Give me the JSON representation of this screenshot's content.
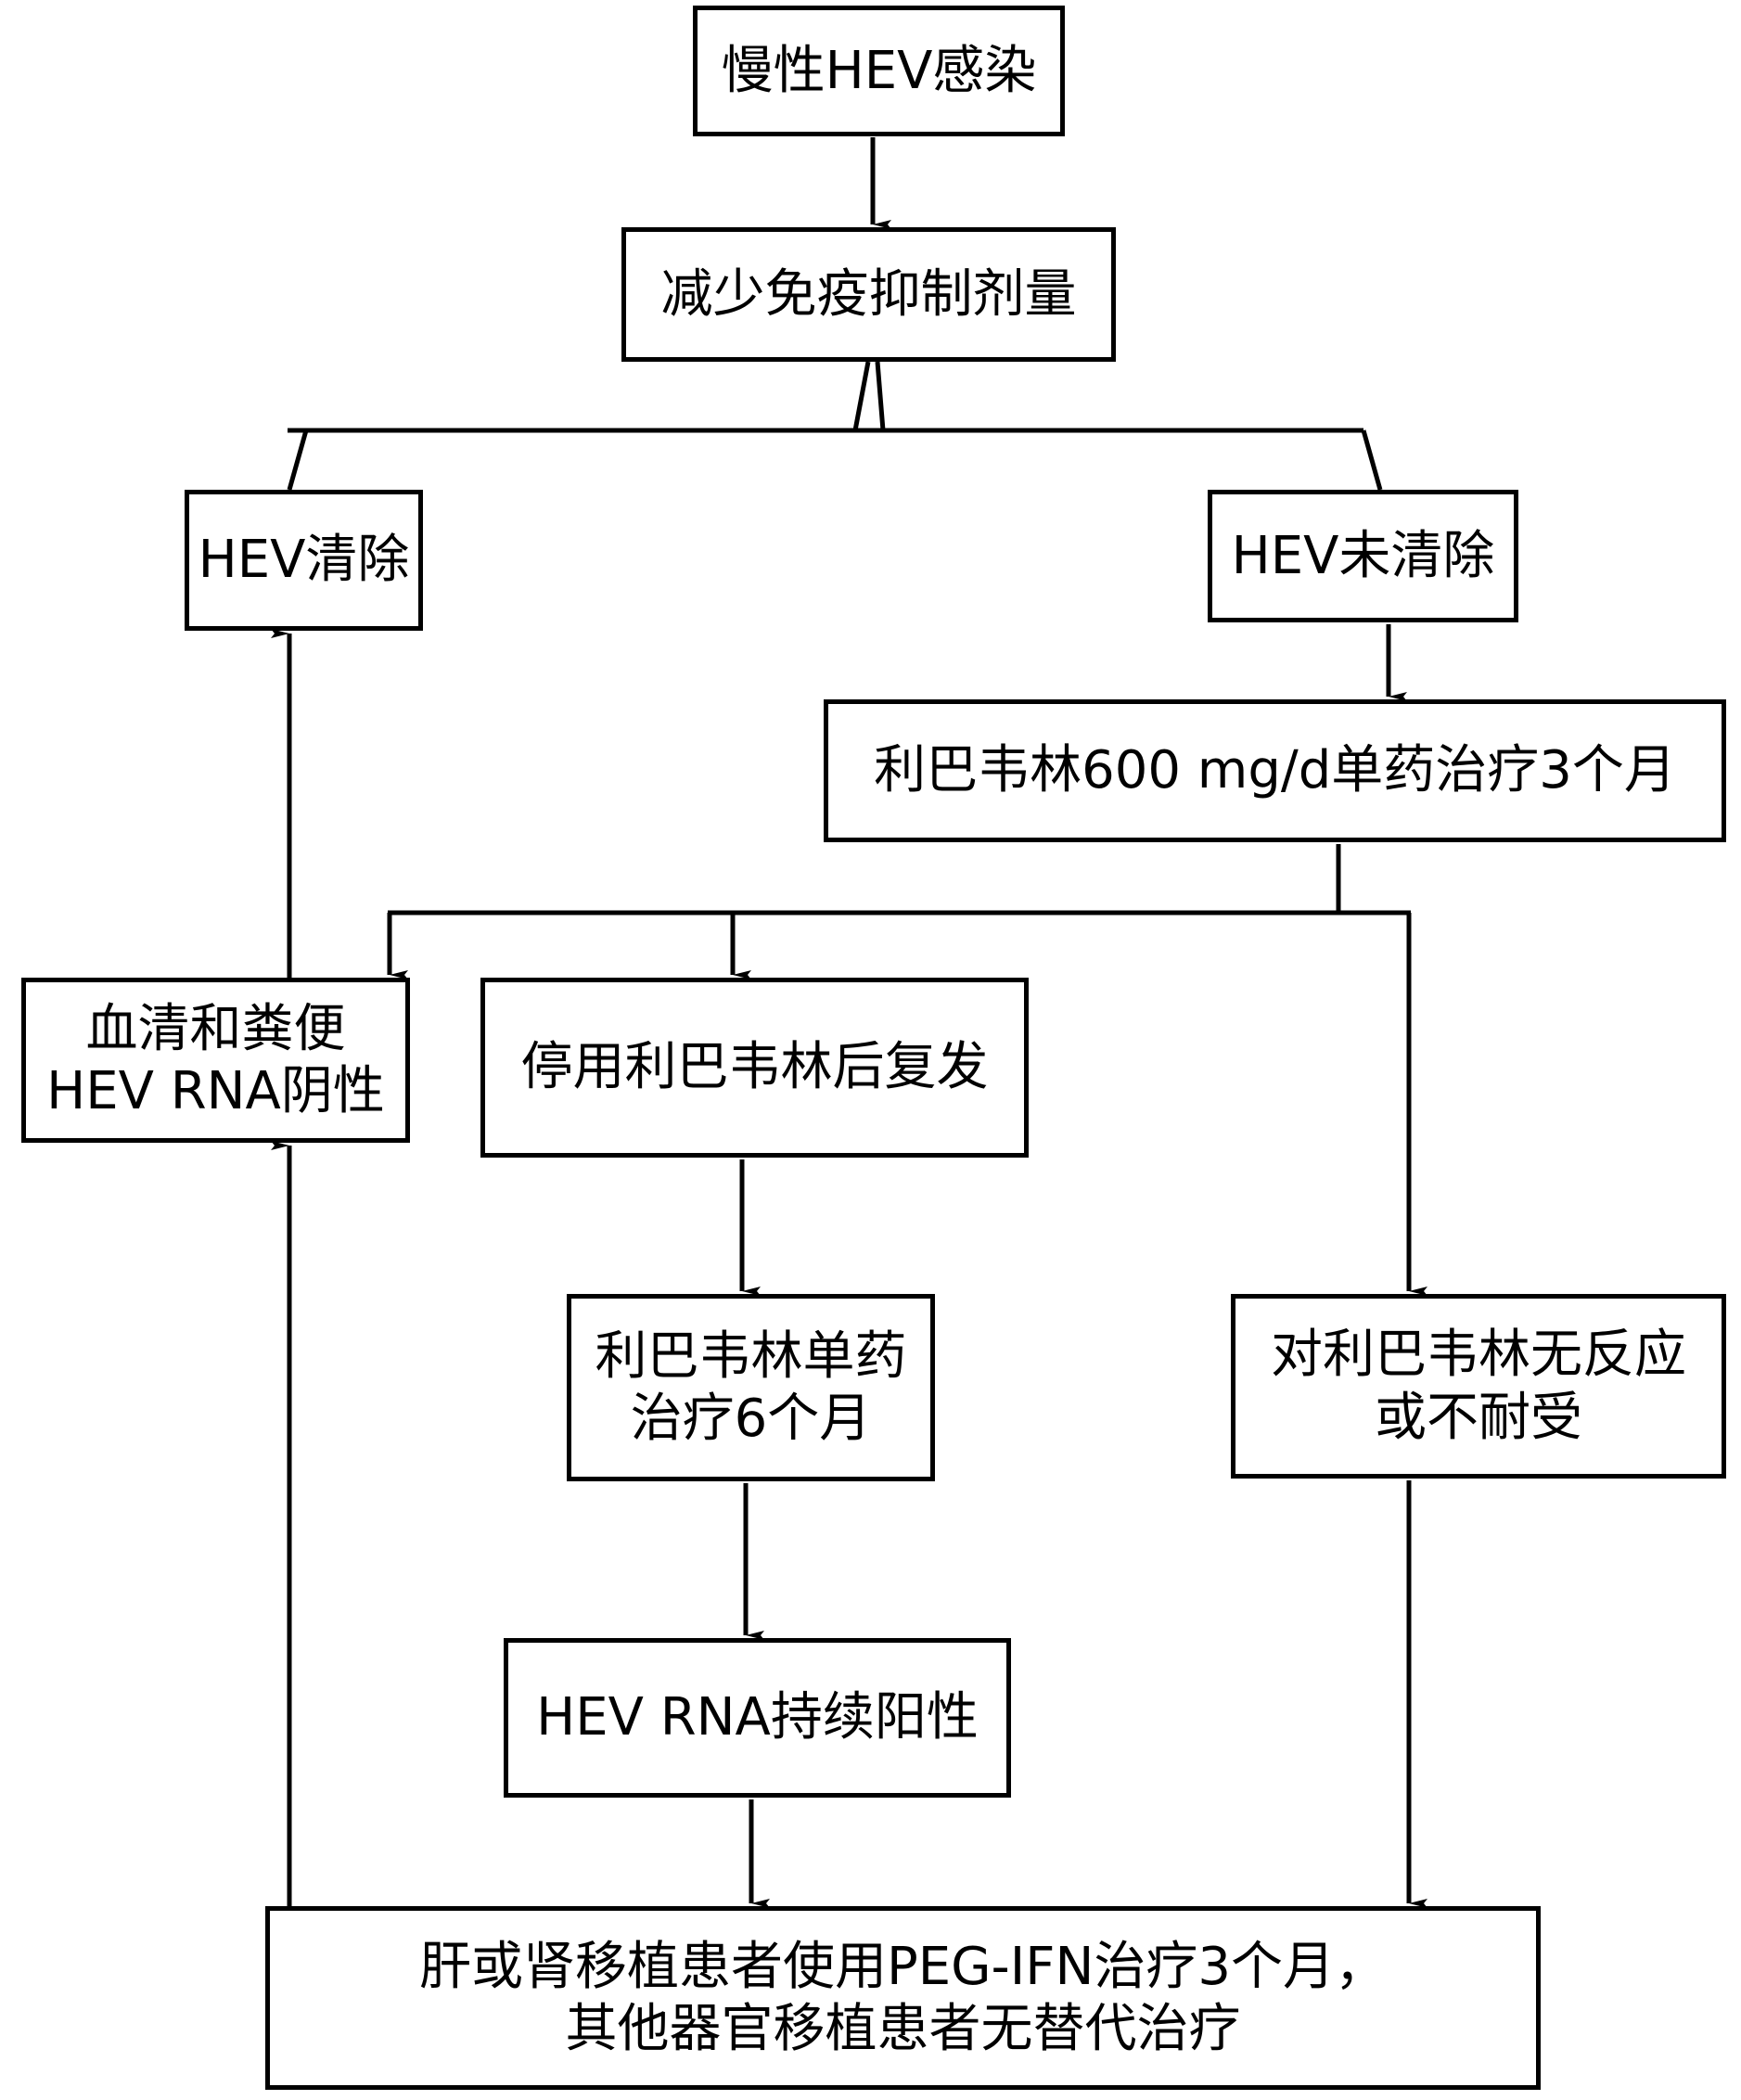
{
  "diagram": {
    "type": "flowchart",
    "line_color": "#000000",
    "nodes": {
      "chronic": "慢性HEV感染",
      "reduce": "减少免疫抑制剂量",
      "cleared": "HEV清除",
      "not_cleared": "HEV未清除",
      "riba3": "利巴韦林600 mg/d单药治疗3个月",
      "negative": "血清和粪便\nHEV RNA阴性",
      "relapse": "停用利巴韦林后复发",
      "riba6": "利巴韦林单药\n治疗6个月",
      "no_response": "对利巴韦林无反应\n或不耐受",
      "persist": "HEV RNA持续阳性",
      "peg": "肝或肾移植患者使用PEG-IFN治疗3个月，\n其他器官移植患者无替代治疗"
    },
    "edges": [
      {
        "from": "chronic",
        "to": "reduce"
      },
      {
        "from": "reduce",
        "to": "cleared"
      },
      {
        "from": "reduce",
        "to": "not_cleared"
      },
      {
        "from": "not_cleared",
        "to": "riba3"
      },
      {
        "from": "riba3",
        "to": "negative"
      },
      {
        "from": "riba3",
        "to": "relapse"
      },
      {
        "from": "riba3",
        "to": "no_response"
      },
      {
        "from": "negative",
        "to": "cleared"
      },
      {
        "from": "relapse",
        "to": "riba6"
      },
      {
        "from": "riba6",
        "to": "persist"
      },
      {
        "from": "persist",
        "to": "peg"
      },
      {
        "from": "no_response",
        "to": "peg"
      },
      {
        "from": "peg",
        "to": "negative"
      }
    ]
  }
}
